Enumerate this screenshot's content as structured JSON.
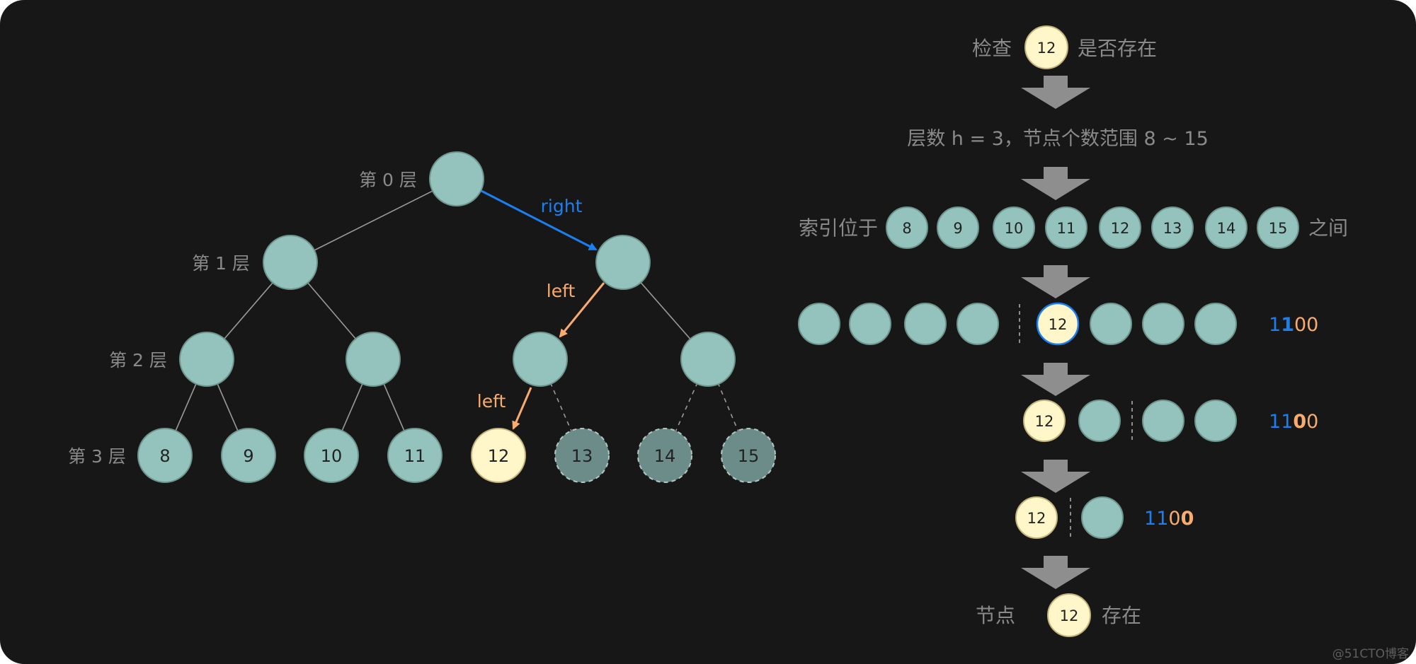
{
  "colors": {
    "background": "#171717",
    "node_fill": "#93c3bc",
    "node_stroke": "#6f958f",
    "node_dim_fill": "#6b8c88",
    "node_dim_stroke": "#b4c6c3",
    "highlight_fill": "#fff6c9",
    "highlight_stroke": "#c4b57d",
    "text_gray": "#8a8a8a",
    "node_text": "#222222",
    "edge": "#9a9a9a",
    "blue": "#1a7ff0",
    "orange": "#f7ab6e",
    "down_arrow": "#8e8e8e"
  },
  "tree": {
    "level_labels": [
      "第 0 层",
      "第 1 层",
      "第 2 层",
      "第 3 层"
    ],
    "leaf_labels": [
      "8",
      "9",
      "10",
      "11",
      "12",
      "13",
      "14",
      "15"
    ],
    "path_labels": {
      "right": "right",
      "left1": "left",
      "left2": "left"
    }
  },
  "steps": {
    "check_prefix": "检查",
    "check_node": "12",
    "check_suffix": "是否存在",
    "levels_text": "层数 h = 3，节点个数范围 8 ~ 15",
    "index_prefix": "索引位于",
    "index_nodes": [
      "8",
      "9",
      "10",
      "11",
      "12",
      "13",
      "14",
      "15"
    ],
    "index_suffix": "之间",
    "row1_node": "12",
    "row2_node": "12",
    "row3_node": "12",
    "bits": [
      "1",
      "1",
      "0",
      "0"
    ],
    "result_prefix": "节点",
    "result_node": "12",
    "result_suffix": "存在"
  },
  "watermark": "@51CTO博客"
}
